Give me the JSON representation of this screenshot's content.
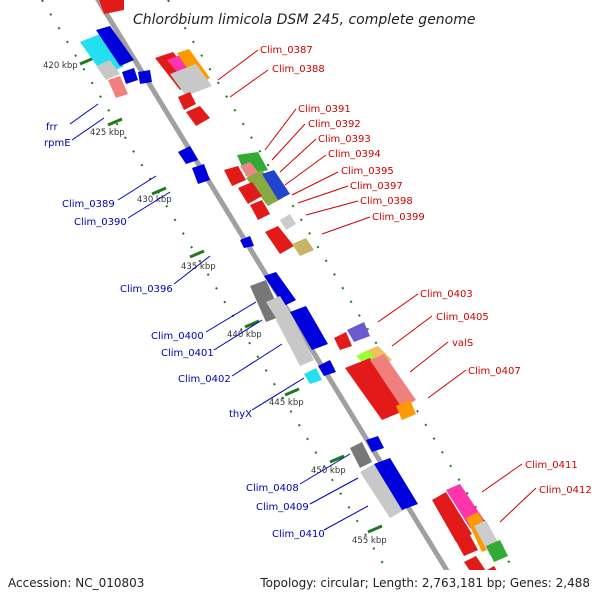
{
  "title": "Chlorobium limicola DSM 245, complete genome",
  "accession": "Accession: NC_010803",
  "topology": "Topology: circular; Length: 2,763,181 bp; Genes: 2,488",
  "colors": {
    "backbone": "#9a9a9a",
    "tick": "#1f7a1f",
    "forward_label": "#d00000",
    "reverse_label": "#0000bb"
  },
  "ticks": [
    {
      "text": "420 kbp"
    },
    {
      "text": "425 kbp"
    },
    {
      "text": "430 kbp"
    },
    {
      "text": "435 kbp"
    },
    {
      "text": "440 kbp"
    },
    {
      "text": "445 kbp"
    },
    {
      "text": "450 kbp"
    },
    {
      "text": "455 kbp"
    }
  ],
  "forward_labels": [
    {
      "text": "Clim_0387"
    },
    {
      "text": "Clim_0388"
    },
    {
      "text": "Clim_0391"
    },
    {
      "text": "Clim_0392"
    },
    {
      "text": "Clim_0393"
    },
    {
      "text": "Clim_0394"
    },
    {
      "text": "Clim_0395"
    },
    {
      "text": "Clim_0397"
    },
    {
      "text": "Clim_0398"
    },
    {
      "text": "Clim_0399"
    },
    {
      "text": "Clim_0403"
    },
    {
      "text": "Clim_0405"
    },
    {
      "text": "valS"
    },
    {
      "text": "Clim_0407"
    },
    {
      "text": "Clim_0411"
    },
    {
      "text": "Clim_0412"
    }
  ],
  "reverse_labels": [
    {
      "text": "frr"
    },
    {
      "text": "rpmE"
    },
    {
      "text": "Clim_0389"
    },
    {
      "text": "Clim_0390"
    },
    {
      "text": "Clim_0396"
    },
    {
      "text": "Clim_0400"
    },
    {
      "text": "Clim_0401"
    },
    {
      "text": "Clim_0402"
    },
    {
      "text": "thyX"
    },
    {
      "text": "Clim_0408"
    },
    {
      "text": "Clim_0409"
    },
    {
      "text": "Clim_0410"
    }
  ]
}
